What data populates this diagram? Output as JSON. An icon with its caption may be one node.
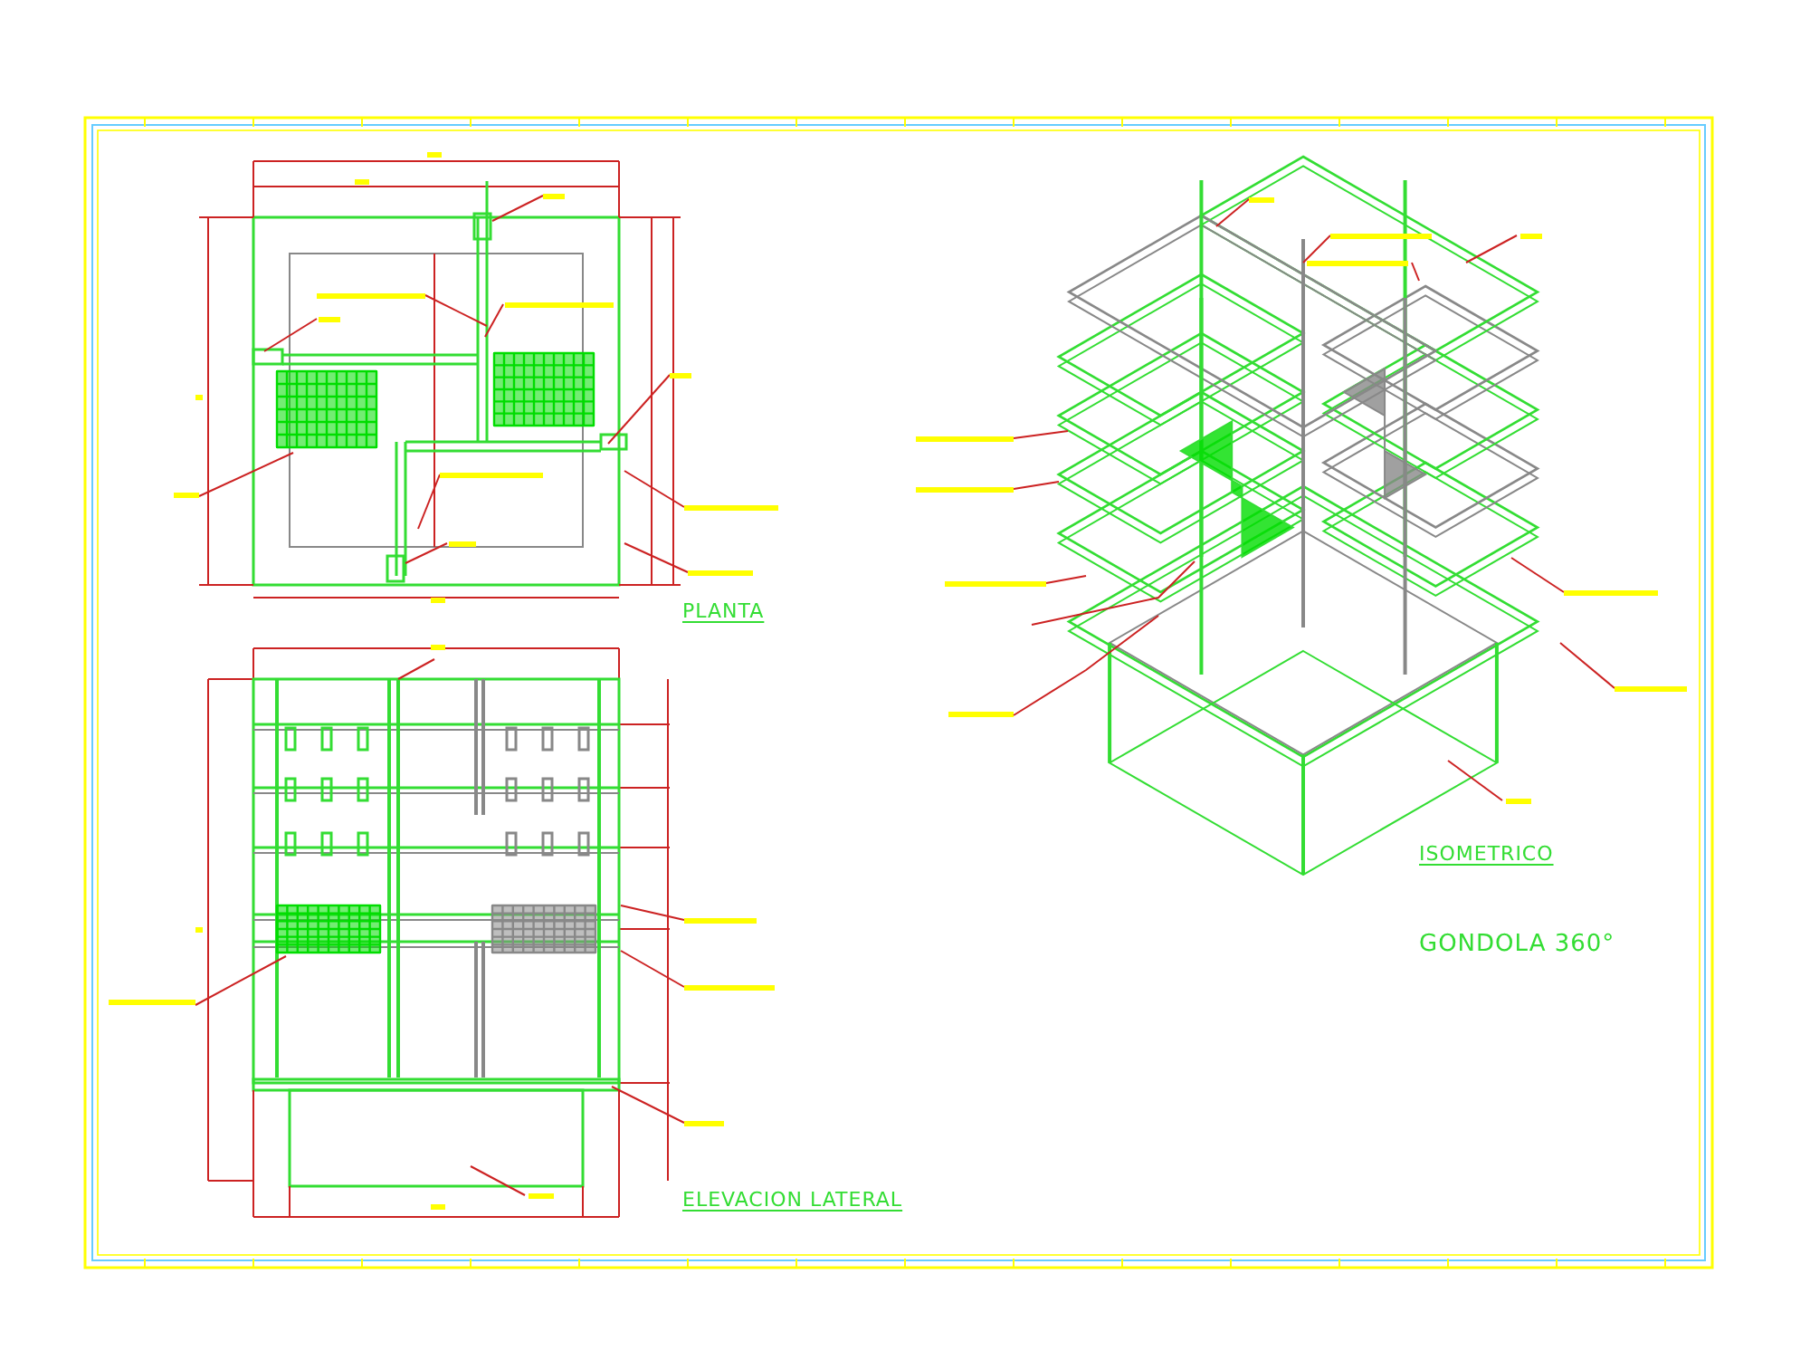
{
  "diagram": {
    "labels": [
      "PLANTA",
      "ELEVACION LATERAL",
      "ISOMETRICO",
      "GONDOLA 360°"
    ]
  }
}
